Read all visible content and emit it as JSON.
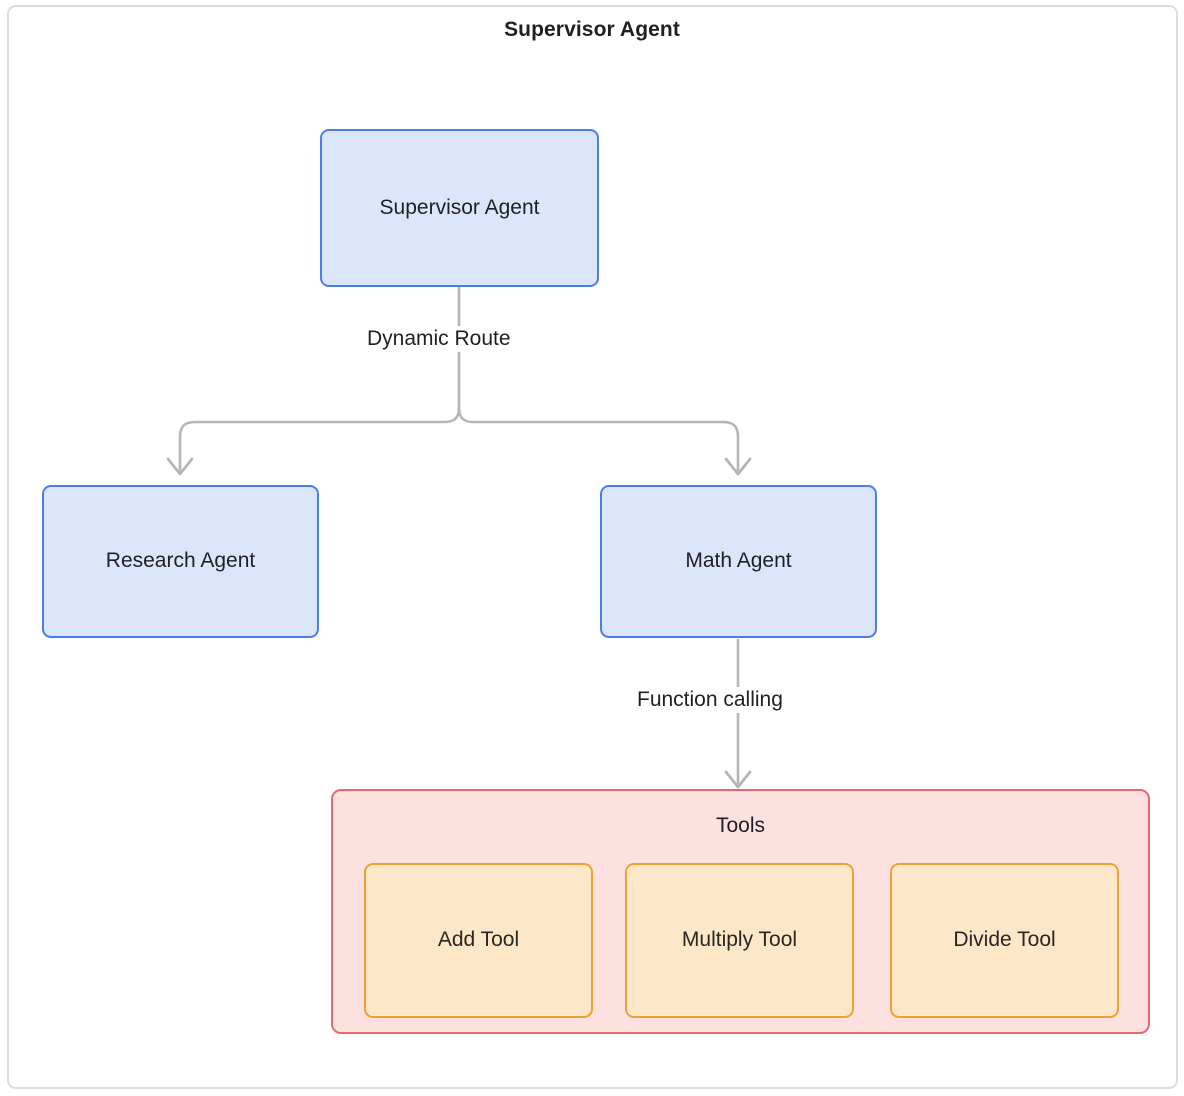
{
  "diagram": {
    "title": "Supervisor Agent",
    "type": "flowchart",
    "direction": "top-down",
    "colors": {
      "frame_border": "#dcdde2",
      "agent_fill": "#dce6fb",
      "agent_border": "#4a7fe8",
      "tools_group_fill": "#fde1e1",
      "tools_group_border": "#e8686e",
      "tool_fill": "#fce7c8",
      "tool_border": "#f0a033",
      "edge_stroke": "#b4b6bb",
      "text": "#1d2025"
    }
  },
  "nodes": {
    "supervisor": {
      "label": "Supervisor Agent"
    },
    "research": {
      "label": "Research Agent"
    },
    "math": {
      "label": "Math Agent"
    }
  },
  "tools_group": {
    "label": "Tools",
    "tools": [
      {
        "label": "Add Tool"
      },
      {
        "label": "Multiply Tool"
      },
      {
        "label": "Divide Tool"
      }
    ]
  },
  "edges": [
    {
      "from": "supervisor",
      "to": "research",
      "label": "Dynamic Route"
    },
    {
      "from": "supervisor",
      "to": "math",
      "label": "Dynamic Route"
    },
    {
      "from": "math",
      "to": "tools_group",
      "label": "Function calling"
    }
  ],
  "edge_labels": {
    "dynamic_route": "Dynamic Route",
    "function_calling": "Function calling"
  }
}
